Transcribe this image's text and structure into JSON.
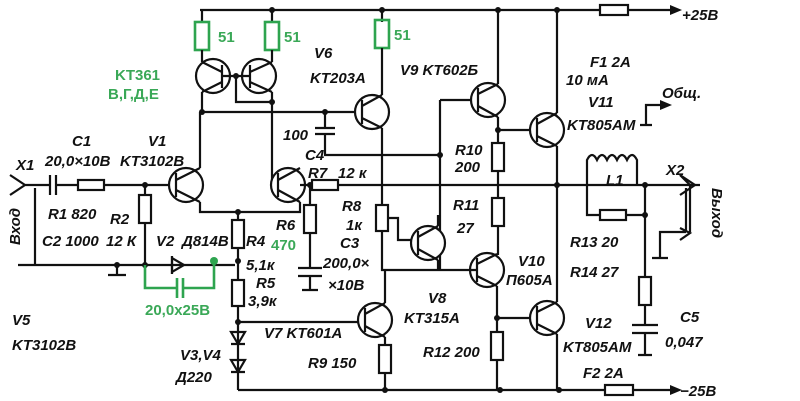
{
  "colors": {
    "ink": "#111111",
    "annotation_green": "#3aa857"
  },
  "annotations": {
    "r_top_left": "51",
    "r_top_mid": "51",
    "r_top_right": "51",
    "mirror_type": "KT361",
    "mirror_suffix": "В,Г,Д,Е",
    "r6_value": "470",
    "bypass_cap": "20,0x25B"
  },
  "labels": {
    "x1": "X1",
    "input": "Вход",
    "c1": "C1",
    "c1_value": "20,0×10В",
    "v1": "V1",
    "v1_type": "KT3102В",
    "r1": "R1 820",
    "c2": "C2 1000",
    "r2": "R2",
    "r2_value": "12 К",
    "v2": "V2",
    "v2_type": "Д814В",
    "r4": "R4",
    "r4_value": "5,1к",
    "r5": "R5",
    "r5_value": "3,9к",
    "r6": "R6",
    "v6": "V6",
    "v6_type": "KT203A",
    "c4_value": "100",
    "c4": "C4",
    "r7": "R7",
    "r7_value": "12 к",
    "r8": "R8",
    "r8_value": "1к",
    "c3": "C3",
    "c3_value": "200,0×",
    "c3_voltage": "×10В",
    "v9": "V9 KT602Б",
    "r10": "R10",
    "r10_value": "200",
    "r11": "R11",
    "r11_value": "27",
    "v8": "V8",
    "v8_type": "KT315A",
    "v10": "V10",
    "v10_type": "П605А",
    "r12": "R12 200",
    "v7": "V7 KT601A",
    "r9": "R9 150",
    "v3v4": "V3,V4",
    "v3v4_type": "Д220",
    "v5": "V5",
    "v5_type": "KT3102В",
    "f1": "F1 2A",
    "idle_current": "10 мА",
    "v11": "V11",
    "v11_type": "KT805AM",
    "ground": "Общ.",
    "plus_supply": "+25В",
    "minus_supply": "−25В",
    "l1": "L1",
    "x2": "X2",
    "output": "Выход",
    "r13": "R13 20",
    "r14": "R14 27",
    "v12": "V12",
    "v12_type": "KT805AM",
    "c5": "C5",
    "c5_value": "0,047",
    "f2": "F2 2A"
  }
}
